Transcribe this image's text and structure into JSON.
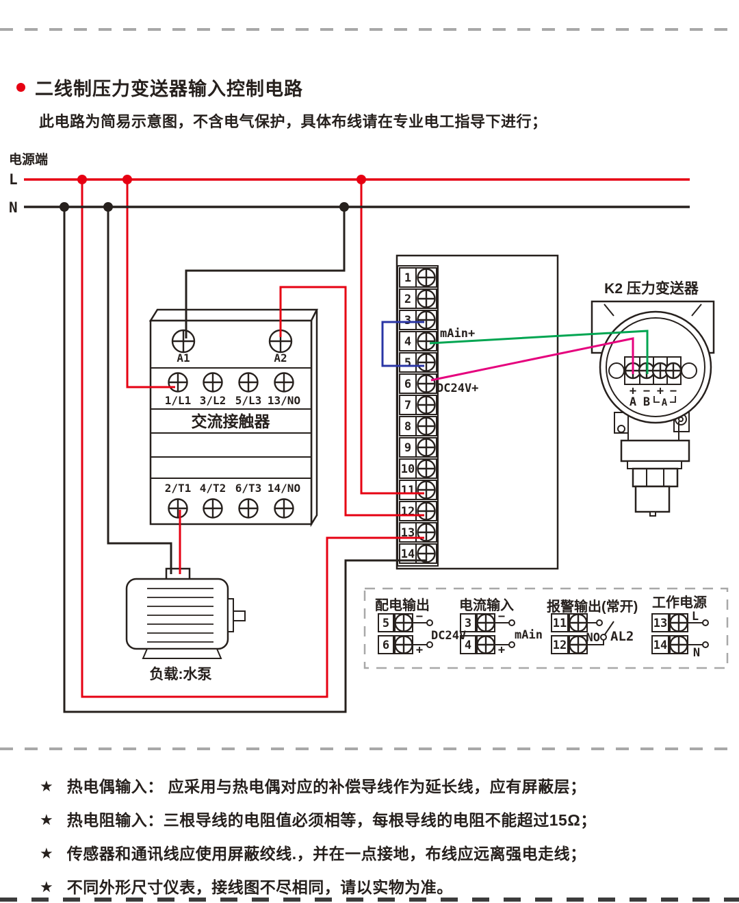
{
  "page": {
    "title": "二线制压力变送器输入控制电路",
    "subtitle": "此电路为简易示意图，不含电气保护，具体布线请在专业电工指导下进行；"
  },
  "power": {
    "label": "电源端",
    "l": "L",
    "n": "N"
  },
  "contactor": {
    "name": "交流接触器",
    "coil": [
      "A1",
      "A2"
    ],
    "inputs": [
      "1/L1",
      "3/L2",
      "5/L3",
      "13/NO"
    ],
    "outputs": [
      "2/T1",
      "4/T2",
      "6/T3",
      "14/NO"
    ]
  },
  "strip": {
    "numbers": [
      "1",
      "2",
      "3",
      "4",
      "5",
      "6",
      "7",
      "8",
      "9",
      "10",
      "11",
      "12",
      "13",
      "14"
    ],
    "label_main": "mAin+",
    "label_dc": "DC24V+"
  },
  "transmitter": {
    "title": "K2 压力变送器",
    "polarity": [
      "+",
      "−",
      "+",
      "−"
    ],
    "terminals": [
      "A",
      "B"
    ],
    "bracket": "A"
  },
  "motor": {
    "label": "负载:水泵"
  },
  "legend": {
    "dist": {
      "title": "配电输出",
      "t1": "5",
      "t2": "6",
      "s1": "−",
      "s2": "+",
      "label": "DC24V"
    },
    "cur": {
      "title": "电流输入",
      "t1": "3",
      "t2": "4",
      "s1": "−",
      "s2": "+",
      "label": "mAin"
    },
    "alarm": {
      "title": "报警输出(常开)",
      "t1": "11",
      "t2": "12",
      "no": "NO",
      "al": "AL2"
    },
    "work": {
      "title": "工作电源",
      "t1": "13",
      "t2": "14",
      "l": "L",
      "n": "N"
    }
  },
  "notes": {
    "star": "★",
    "items": [
      "热电偶输入： 应采用与热电偶对应的补偿导线作为延长线，应有屏蔽层；",
      "热电阻输入：三根导线的电阻值必须相等，每根导线的电阻不能超过15Ω；",
      "传感器和通讯线应使用屏蔽绞线.，并在一点接地，布线应远离强电走线；",
      "不同外形尺寸仪表，接线图不尽相同，请以实物为准。"
    ]
  },
  "colors": {
    "red": "#e60012",
    "ink": "#26201d",
    "blue": "#2a35a5",
    "green": "#00a551",
    "magenta": "#e5017d",
    "gray": "#a8a8a8"
  }
}
